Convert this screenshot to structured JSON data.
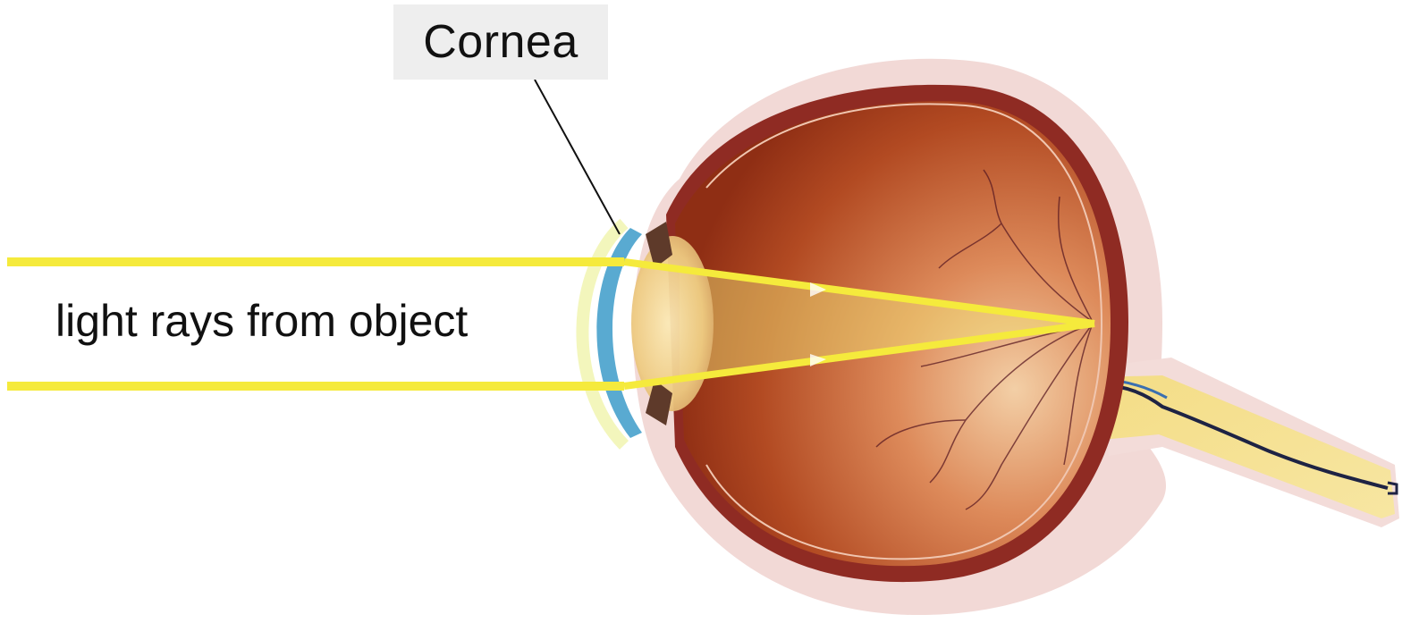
{
  "labels": {
    "cornea": "Cornea",
    "light_rays": "light rays from object"
  },
  "colors": {
    "light_ray": "#f5ea3c",
    "sclera_outer": "#f1d6d2",
    "choroid": "#8e2a22",
    "vitreous_dark": "#9a3418",
    "vitreous_light": "#f2c9a4",
    "lens": "#f1d28e",
    "cornea_blue": "#3c9bc9",
    "optic_nerve": "#f2d77c",
    "nerve_line": "#1e2344",
    "blood_vessel": "#5a1a22"
  },
  "icons": {
    "eye": "eye-cross-section-illustration"
  }
}
